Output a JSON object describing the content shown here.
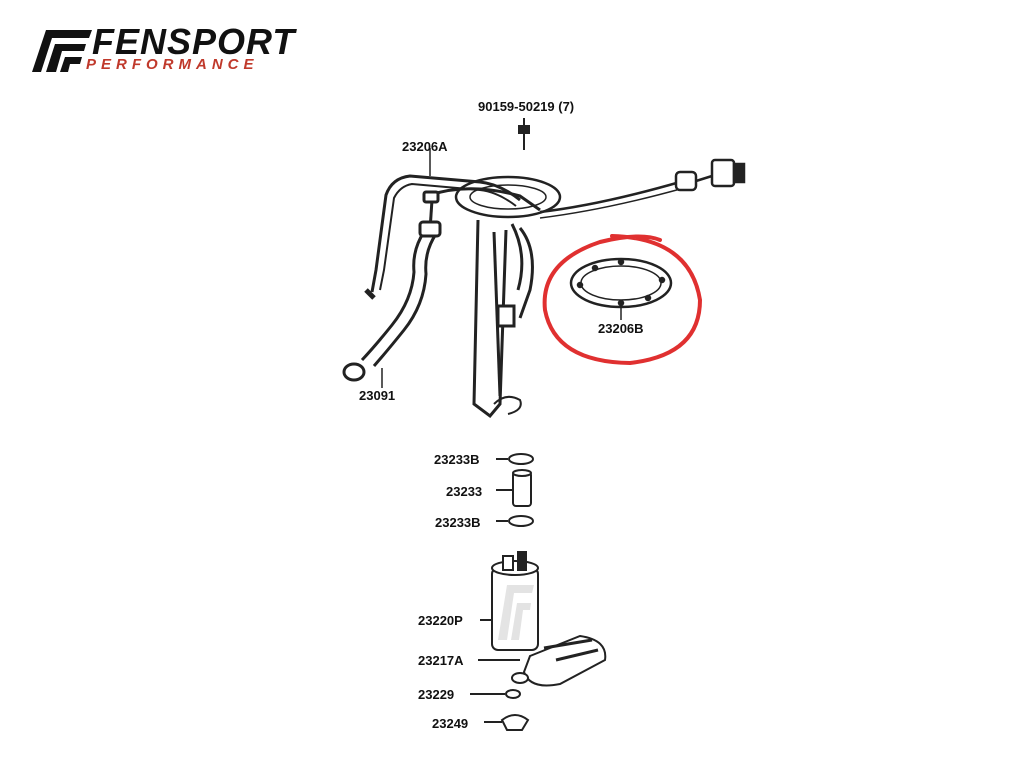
{
  "brand": {
    "name": "FENSPORT",
    "tagline": "PERFORMANCE",
    "accent_color": "#c0392b"
  },
  "parts": {
    "bolt": "90159-50219 (7)",
    "tube": "23206A",
    "gasket": "23206B",
    "hose": "23091",
    "clamp_top": "23233B",
    "hose_short": "23233",
    "clamp_bottom": "23233B",
    "pump": "23220P",
    "filter": "23217A",
    "washer": "23229",
    "clip": "23249"
  },
  "highlight": {
    "part": "23206B",
    "color": "#e03030"
  }
}
